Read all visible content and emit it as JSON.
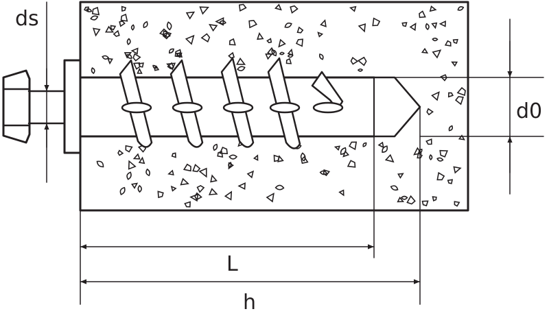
{
  "labels": {
    "ds": "ds",
    "d0": "d0",
    "L": "L",
    "h": "h"
  },
  "colors": {
    "line": "#231f20",
    "background": "#ffffff"
  },
  "icons": {
    "bolt_head": "hex-bolt-head-icon",
    "washer": "washer-icon",
    "anchor_sleeve": "anchor-sleeve-icon",
    "expansion_tip": "conical-tip-icon",
    "aggregate": "concrete-aggregate-pattern"
  }
}
